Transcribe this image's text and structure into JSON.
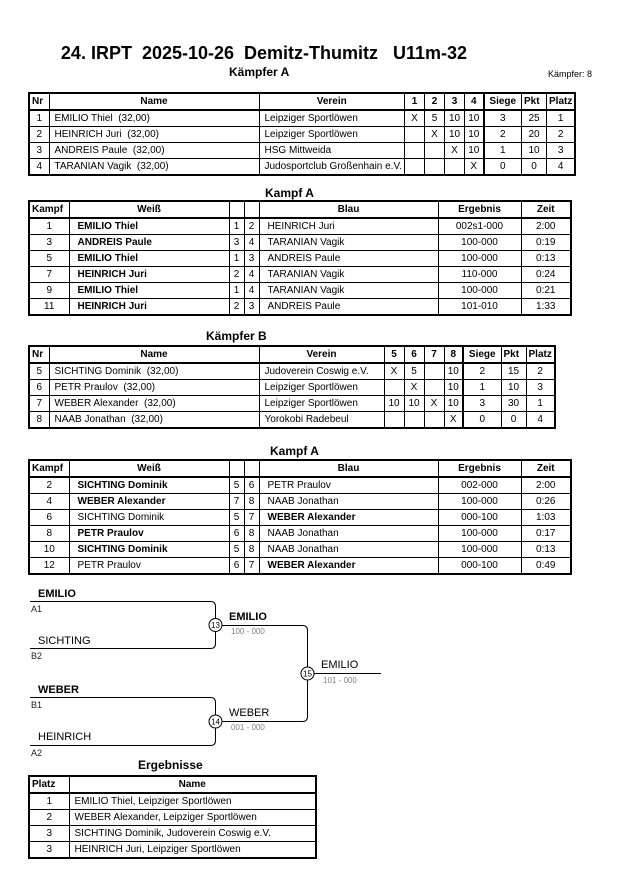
{
  "page": {
    "title": "24. IRPT  2025-10-26  Demitz-Thumitz   U11m-32",
    "fighter_count": "Kämpfer: 8"
  },
  "pool_a": {
    "heading": "Kämpfer A",
    "headers": {
      "nr": "Nr",
      "name": "Name",
      "club": "Verein",
      "c1": "1",
      "c2": "2",
      "c3": "3",
      "c4": "4",
      "wins": "Siege",
      "pts": "Pkt",
      "place": "Platz"
    },
    "rows": [
      {
        "nr": "1",
        "name": "EMILIO Thiel  (32,00)",
        "club": "Leipziger Sportlöwen",
        "c1": "X",
        "c2": "5",
        "c3": "10",
        "c4": "10",
        "wins": "3",
        "pts": "25",
        "place": "1"
      },
      {
        "nr": "2",
        "name": "HEINRICH Juri  (32,00)",
        "club": "Leipziger Sportlöwen",
        "c1": "",
        "c2": "X",
        "c3": "10",
        "c4": "10",
        "wins": "2",
        "pts": "20",
        "place": "2"
      },
      {
        "nr": "3",
        "name": "ANDREIS Paule  (32,00)",
        "club": "HSG Mittweida",
        "c1": "",
        "c2": "",
        "c3": "X",
        "c4": "10",
        "wins": "1",
        "pts": "10",
        "place": "3"
      },
      {
        "nr": "4",
        "name": "TARANIAN Vagik  (32,00)",
        "club": "Judosportclub Großenhain e.V.",
        "c1": "",
        "c2": "",
        "c3": "",
        "c4": "X",
        "wins": "0",
        "pts": "0",
        "place": "4"
      }
    ]
  },
  "fights_a": {
    "heading": "Kampf A",
    "headers": {
      "no": "Kampf",
      "white": "Weiß",
      "blue": "Blau",
      "result": "Ergebnis",
      "time": "Zeit"
    },
    "rows": [
      {
        "no": "1",
        "white": "EMILIO Thiel",
        "wb": true,
        "wn": "1",
        "bn": "2",
        "blue": "HEINRICH Juri",
        "bb": false,
        "result": "002s1-000",
        "time": "2:00"
      },
      {
        "no": "3",
        "white": "ANDREIS Paule",
        "wb": true,
        "wn": "3",
        "bn": "4",
        "blue": "TARANIAN Vagik",
        "bb": false,
        "result": "100-000",
        "time": "0:19"
      },
      {
        "no": "5",
        "white": "EMILIO Thiel",
        "wb": true,
        "wn": "1",
        "bn": "3",
        "blue": "ANDREIS Paule",
        "bb": false,
        "result": "100-000",
        "time": "0:13"
      },
      {
        "no": "7",
        "white": "HEINRICH Juri",
        "wb": true,
        "wn": "2",
        "bn": "4",
        "blue": "TARANIAN Vagik",
        "bb": false,
        "result": "110-000",
        "time": "0:24"
      },
      {
        "no": "9",
        "white": "EMILIO Thiel",
        "wb": true,
        "wn": "1",
        "bn": "4",
        "blue": "TARANIAN Vagik",
        "bb": false,
        "result": "100-000",
        "time": "0:21"
      },
      {
        "no": "11",
        "white": "HEINRICH Juri",
        "wb": true,
        "wn": "2",
        "bn": "3",
        "blue": "ANDREIS Paule",
        "bb": false,
        "result": "101-010",
        "time": "1:33"
      }
    ]
  },
  "pool_b": {
    "heading": "Kämpfer B",
    "headers": {
      "nr": "Nr",
      "name": "Name",
      "club": "Verein",
      "c1": "5",
      "c2": "6",
      "c3": "7",
      "c4": "8",
      "wins": "Siege",
      "pts": "Pkt",
      "place": "Platz"
    },
    "rows": [
      {
        "nr": "5",
        "name": "SICHTING Dominik  (32,00)",
        "club": "Judoverein Coswig e.V.",
        "c1": "X",
        "c2": "5",
        "c3": "",
        "c4": "10",
        "wins": "2",
        "pts": "15",
        "place": "2"
      },
      {
        "nr": "6",
        "name": "PETR Praulov  (32,00)",
        "club": "Leipziger Sportlöwen",
        "c1": "",
        "c2": "X",
        "c3": "",
        "c4": "10",
        "wins": "1",
        "pts": "10",
        "place": "3"
      },
      {
        "nr": "7",
        "name": "WEBER Alexander  (32,00)",
        "club": "Leipziger Sportlöwen",
        "c1": "10",
        "c2": "10",
        "c3": "X",
        "c4": "10",
        "wins": "3",
        "pts": "30",
        "place": "1"
      },
      {
        "nr": "8",
        "name": "NAAB Jonathan  (32,00)",
        "club": "Yorokobi Radebeul",
        "c1": "",
        "c2": "",
        "c3": "",
        "c4": "X",
        "wins": "0",
        "pts": "0",
        "place": "4"
      }
    ]
  },
  "fights_b": {
    "heading": "Kampf A",
    "headers": {
      "no": "Kampf",
      "white": "Weiß",
      "blue": "Blau",
      "result": "Ergebnis",
      "time": "Zeit"
    },
    "rows": [
      {
        "no": "2",
        "white": "SICHTING Dominik",
        "wb": true,
        "wn": "5",
        "bn": "6",
        "blue": "PETR Praulov",
        "bb": false,
        "result": "002-000",
        "time": "2:00"
      },
      {
        "no": "4",
        "white": "WEBER Alexander",
        "wb": true,
        "wn": "7",
        "bn": "8",
        "blue": "NAAB Jonathan",
        "bb": false,
        "result": "100-000",
        "time": "0:26"
      },
      {
        "no": "6",
        "white": "SICHTING Dominik",
        "wb": false,
        "wn": "5",
        "bn": "7",
        "blue": "WEBER Alexander",
        "bb": true,
        "result": "000-100",
        "time": "1:03"
      },
      {
        "no": "8",
        "white": "PETR Praulov",
        "wb": true,
        "wn": "6",
        "bn": "8",
        "blue": "NAAB Jonathan",
        "bb": false,
        "result": "100-000",
        "time": "0:17"
      },
      {
        "no": "10",
        "white": "SICHTING Dominik",
        "wb": true,
        "wn": "5",
        "bn": "8",
        "blue": "NAAB Jonathan",
        "bb": false,
        "result": "100-000",
        "time": "0:13"
      },
      {
        "no": "12",
        "white": "PETR Praulov",
        "wb": false,
        "wn": "6",
        "bn": "7",
        "blue": "WEBER Alexander",
        "bb": true,
        "result": "000-100",
        "time": "0:49"
      }
    ]
  },
  "bracket": {
    "slots": [
      {
        "name": "EMILIO",
        "tag": "A1",
        "bold": true
      },
      {
        "name": "SICHTING",
        "tag": "B2",
        "bold": false
      },
      {
        "name": "WEBER",
        "tag": "B1",
        "bold": true
      },
      {
        "name": "HEINRICH",
        "tag": "A2",
        "bold": false
      }
    ],
    "matches": [
      {
        "no": "13",
        "winner": "EMILIO",
        "result": "100 - 000",
        "bold": true
      },
      {
        "no": "14",
        "winner": "WEBER",
        "result": "001 - 000",
        "bold": false
      },
      {
        "no": "15",
        "winner": "EMILIO",
        "result": "101 - 000",
        "bold": false
      }
    ]
  },
  "results": {
    "heading": "Ergebnisse",
    "headers": {
      "place": "Platz",
      "name": "Name"
    },
    "rows": [
      {
        "place": "1",
        "name": "EMILIO Thiel, Leipziger Sportlöwen"
      },
      {
        "place": "2",
        "name": "WEBER Alexander, Leipziger Sportlöwen"
      },
      {
        "place": "3",
        "name": "SICHTING Dominik, Judoverein Coswig e.V."
      },
      {
        "place": "3",
        "name": "HEINRICH Juri, Leipziger Sportlöwen"
      }
    ]
  },
  "colors": {
    "line": "#000000",
    "result_text": "#808080"
  }
}
